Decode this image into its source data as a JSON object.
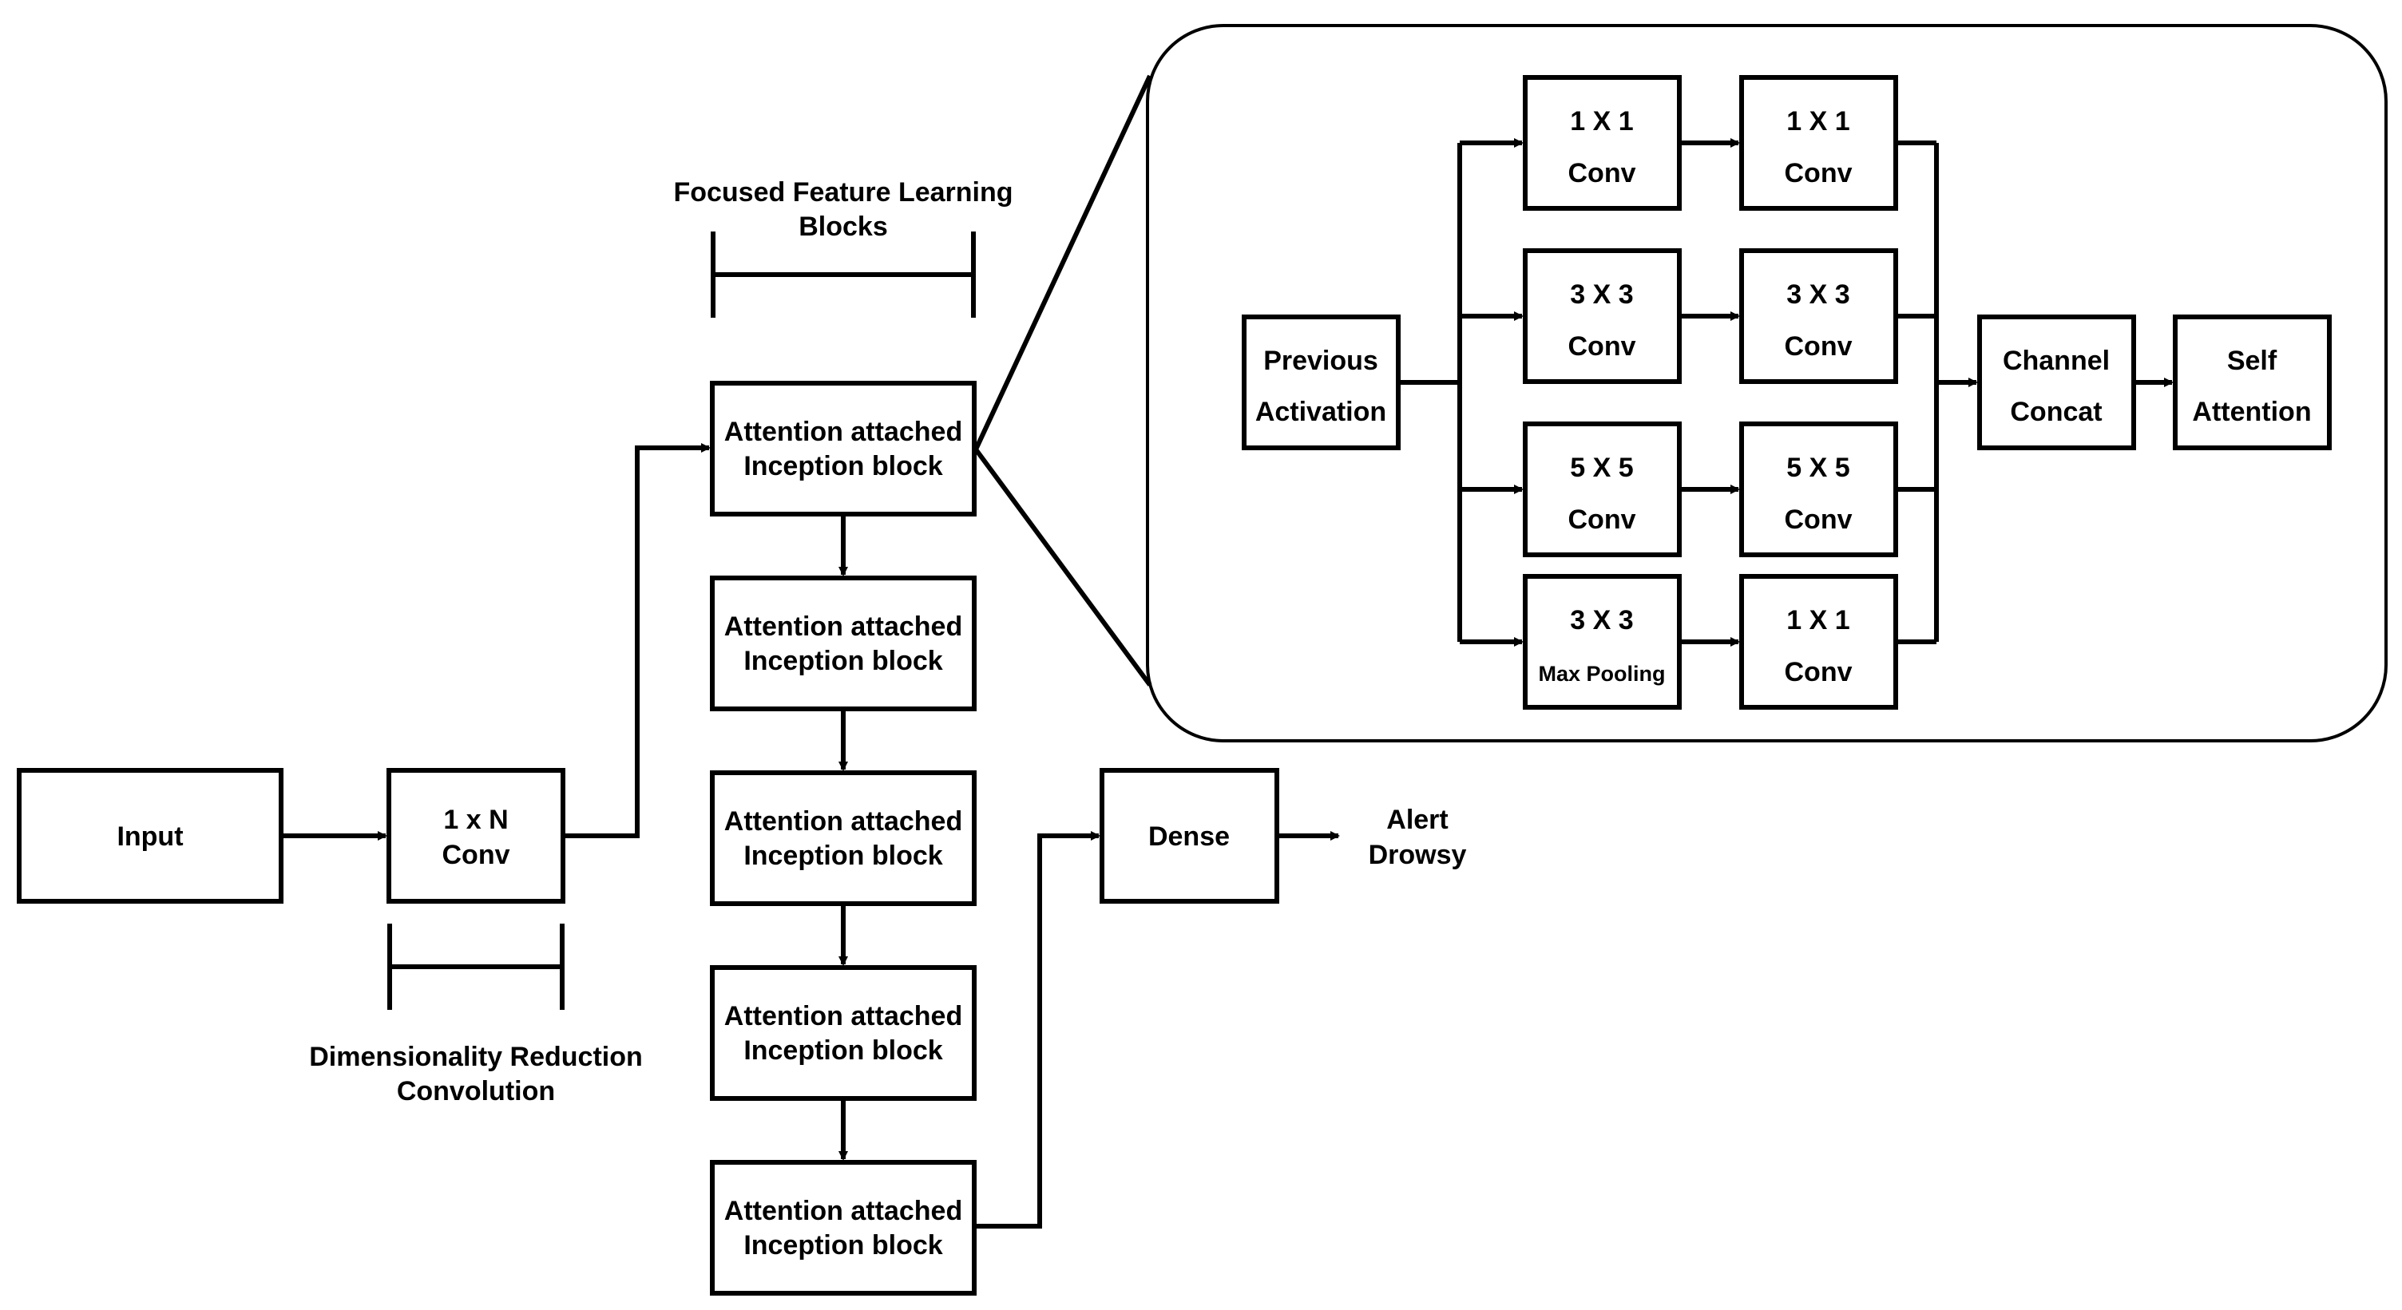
{
  "input": "Input",
  "conv1xn": {
    "line1": "1 x N",
    "line2": "Conv"
  },
  "dim_reduction": {
    "line1": "Dimensionality Reduction",
    "line2": "Convolution"
  },
  "focused": {
    "line1": "Focused Feature Learning",
    "line2": "Blocks"
  },
  "inception_blocks": [
    {
      "line1": "Attention attached",
      "line2": "Inception block"
    },
    {
      "line1": "Attention attached",
      "line2": "Inception block"
    },
    {
      "line1": "Attention attached",
      "line2": "Inception block"
    },
    {
      "line1": "Attention attached",
      "line2": "Inception block"
    },
    {
      "line1": "Attention attached",
      "line2": "Inception block"
    }
  ],
  "dense": "Dense",
  "output": {
    "line1": "Alert",
    "line2": "Drowsy"
  },
  "detail": {
    "previous": {
      "line1": "Previous",
      "line2": "Activation"
    },
    "col1": [
      {
        "line1": "1 X 1",
        "line2": "Conv"
      },
      {
        "line1": "3 X 3",
        "line2": "Conv"
      },
      {
        "line1": "5 X 5",
        "line2": "Conv"
      },
      {
        "line1": "3 X 3",
        "line2": "Max Pooling"
      }
    ],
    "col2": [
      {
        "line1": "1 X 1",
        "line2": "Conv"
      },
      {
        "line1": "3 X 3",
        "line2": "Conv"
      },
      {
        "line1": "5 X 5",
        "line2": "Conv"
      },
      {
        "line1": "1 X 1",
        "line2": "Conv"
      }
    ],
    "concat": {
      "line1": "Channel",
      "line2": "Concat"
    },
    "attention": {
      "line1": "Self",
      "line2": "Attention"
    }
  }
}
